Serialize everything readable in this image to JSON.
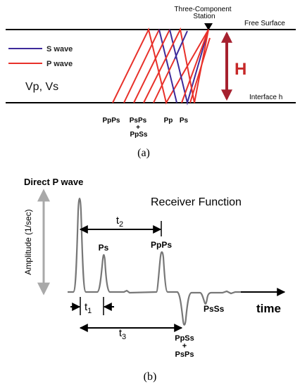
{
  "panel_a": {
    "station_label_line1": "Three-Component",
    "station_label_line2": "Station",
    "free_surface_label": "Free Surface",
    "interface_label": "Interface h",
    "legend": {
      "s_wave": "S wave",
      "p_wave": "P wave"
    },
    "velocity_label": "Vp, Vs",
    "thickness_label": "H",
    "phase_labels": [
      "PpPs",
      "PsPs",
      "+",
      "PpSs",
      "Pp",
      "Ps"
    ],
    "caption": "(a)",
    "colors": {
      "s_wave": "#3d2a9a",
      "p_wave": "#e8312a",
      "thickness_arrow": "#a6212f",
      "thickness_label": "#c62828"
    }
  },
  "panel_b": {
    "title": "Receiver Function",
    "y_axis_label": "Amplitude (1/sec)",
    "x_axis_label": "time",
    "peak_labels": {
      "direct_p": "Direct P wave",
      "ps": "Ps",
      "ppps": "PpPs",
      "psss": "PsSs",
      "ppss": "PpSs",
      "plus": "+",
      "psps": "PsPs"
    },
    "time_labels": {
      "t1": "t",
      "t1_sub": "1",
      "t2": "t",
      "t2_sub": "2",
      "t3": "t",
      "t3_sub": "3"
    },
    "caption": "(b)",
    "colors": {
      "amplitude_arrow": "#a9a9a9",
      "trace": "#777777"
    }
  }
}
